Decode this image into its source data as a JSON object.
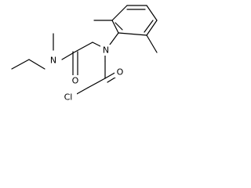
{
  "molecule": {
    "atoms": {
      "n_amide": "N",
      "o_amide": "O",
      "n_aryl": "N",
      "o_chloroacetyl": "O",
      "cl": "Cl"
    },
    "colors": {
      "bond": "#000000",
      "label": "#000000",
      "background": "#ffffff"
    }
  }
}
